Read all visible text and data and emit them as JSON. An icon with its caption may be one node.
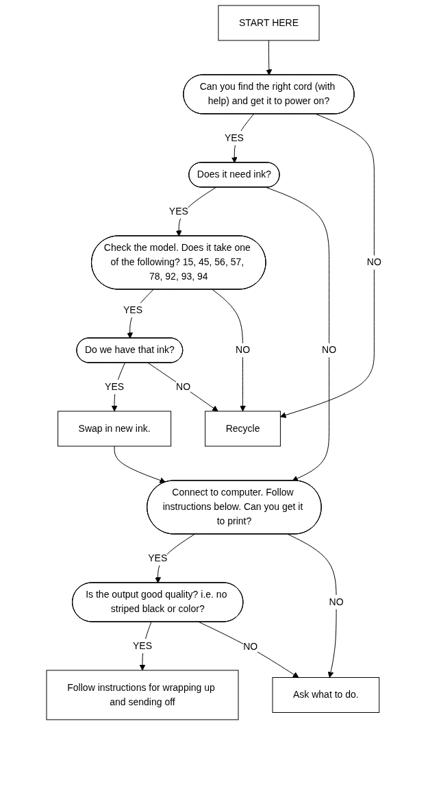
{
  "diagram": {
    "nodes": [
      {
        "text": [
          "START HERE"
        ]
      },
      {
        "text": [
          "Can you find the right cord (with help) and get it to power on?"
        ]
      },
      {
        "text": [
          "Does it need ink?"
        ]
      },
      {
        "text": [
          "Check the model. Does it take one of the following? 15, 45, 56, 57, 78, 92, 93, 94"
        ]
      },
      {
        "text": [
          "Do we have that ink?"
        ]
      },
      {
        "text": [
          "Swap in new ink."
        ]
      },
      {
        "text": [
          "Recycle"
        ]
      },
      {
        "text": [
          "Connect to computer. Follow instructions below. Can you get it to print?"
        ]
      },
      {
        "text": [
          "Is the output good quality? i.e. no striped black or color?"
        ]
      },
      {
        "text": [
          "Follow instructions for wrapping up and sending off"
        ]
      },
      {
        "text": [
          "Ask what to do."
        ]
      }
    ],
    "edges": [
      {
        "from": 0,
        "to": 1,
        "arrow": "to"
      },
      {
        "from": 1,
        "to": 2,
        "arrow": "to",
        "label": "YES"
      },
      {
        "from": 1,
        "to": 6,
        "arrow": "to",
        "label": "NO"
      },
      {
        "from": 2,
        "to": 3,
        "arrow": "to",
        "label": "YES"
      },
      {
        "from": 2,
        "to": 7,
        "arrow": "to",
        "label": "NO"
      },
      {
        "from": 3,
        "to": 4,
        "arrow": "to",
        "label": "YES"
      },
      {
        "from": 3,
        "to": 6,
        "arrow": "to",
        "label": "NO"
      },
      {
        "from": 4,
        "to": 5,
        "arrow": "to",
        "label": "YES"
      },
      {
        "from": 4,
        "to": 6,
        "arrow": "to",
        "label": "NO"
      },
      {
        "from": 5,
        "to": 7,
        "arrow": "to"
      },
      {
        "from": 7,
        "to": 8,
        "arrow": "to",
        "label": "YES"
      },
      {
        "from": 7,
        "to": 10,
        "arrow": "to",
        "label": "NO"
      },
      {
        "from": 8,
        "to": 9,
        "arrow": "to",
        "label": "YES"
      },
      {
        "from": 8,
        "to": 10,
        "arrow": "to",
        "label": "NO"
      }
    ]
  }
}
